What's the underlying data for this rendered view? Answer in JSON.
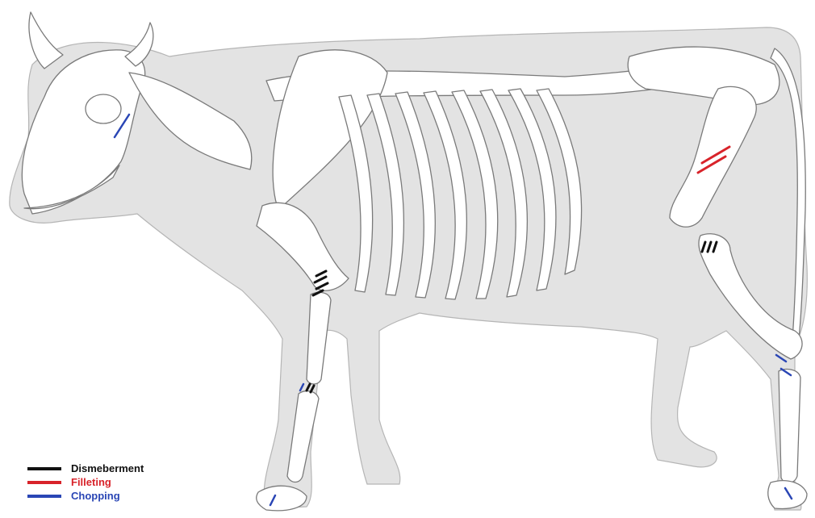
{
  "colors": {
    "dismemberment": "#111111",
    "filleting": "#d8232a",
    "chopping": "#2a46b5",
    "silhouette": "#e3e3e3",
    "bone": "#ffffff",
    "bone_outline": "#7a7a7a"
  },
  "legend": {
    "items": [
      {
        "key": "dismemberment",
        "label": "Dismeberment"
      },
      {
        "key": "filleting",
        "label": "Filleting"
      },
      {
        "key": "chopping",
        "label": "Chopping"
      }
    ]
  }
}
